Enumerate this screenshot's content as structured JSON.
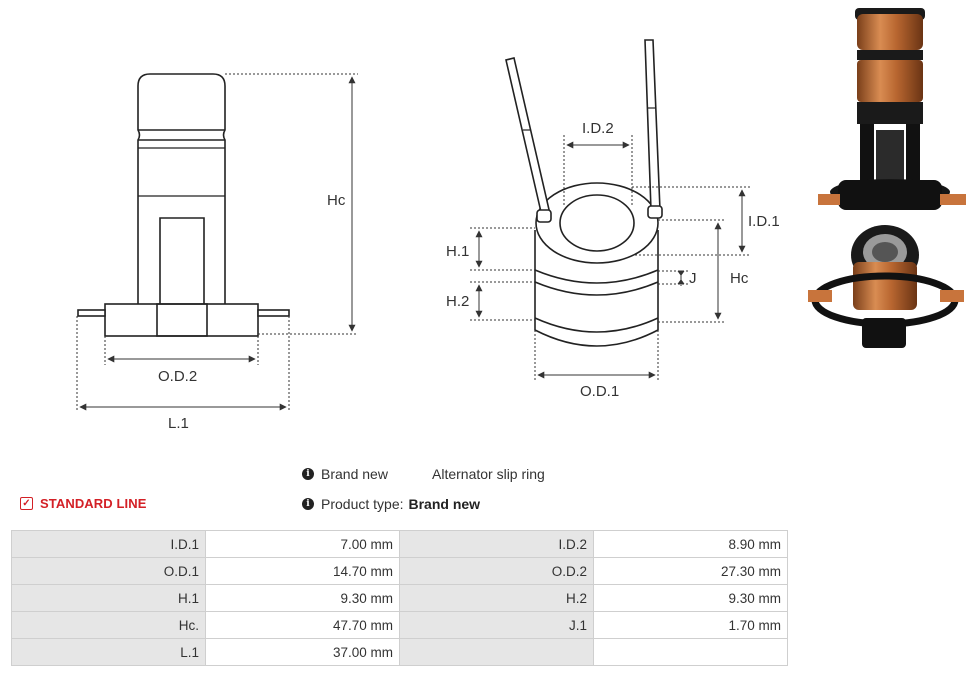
{
  "diagram_labels": {
    "left_hc": "Hc",
    "left_od2": "O.D.2",
    "left_l1": "L.1",
    "mid_id2": "I.D.2",
    "mid_id1": "I.D.1",
    "mid_h1": "H.1",
    "mid_h2": "H.2",
    "mid_j": "J",
    "mid_hc": "Hc",
    "mid_od1": "O.D.1"
  },
  "info": {
    "brand_label": "Brand new",
    "description": "Alternator slip ring",
    "product_type_label": "Product type:",
    "product_type_value": "Brand new"
  },
  "line_badge": "STANDARD LINE",
  "specs": [
    [
      {
        "label": "I.D.1",
        "value": "7.00 mm"
      },
      {
        "label": "I.D.2",
        "value": "8.90 mm"
      }
    ],
    [
      {
        "label": "O.D.1",
        "value": "14.70 mm"
      },
      {
        "label": "O.D.2",
        "value": "27.30 mm"
      }
    ],
    [
      {
        "label": "H.1",
        "value": "9.30 mm"
      },
      {
        "label": "H.2",
        "value": "9.30 mm"
      }
    ],
    [
      {
        "label": "Hc.",
        "value": "47.70 mm"
      },
      {
        "label": "J.1",
        "value": "1.70 mm"
      }
    ],
    [
      {
        "label": "L.1",
        "value": "37.00 mm"
      },
      {
        "label": "",
        "value": ""
      }
    ]
  ],
  "colors": {
    "accent": "#d32026",
    "copper": "#c8743c",
    "table_label_bg": "#e6e6e6"
  }
}
